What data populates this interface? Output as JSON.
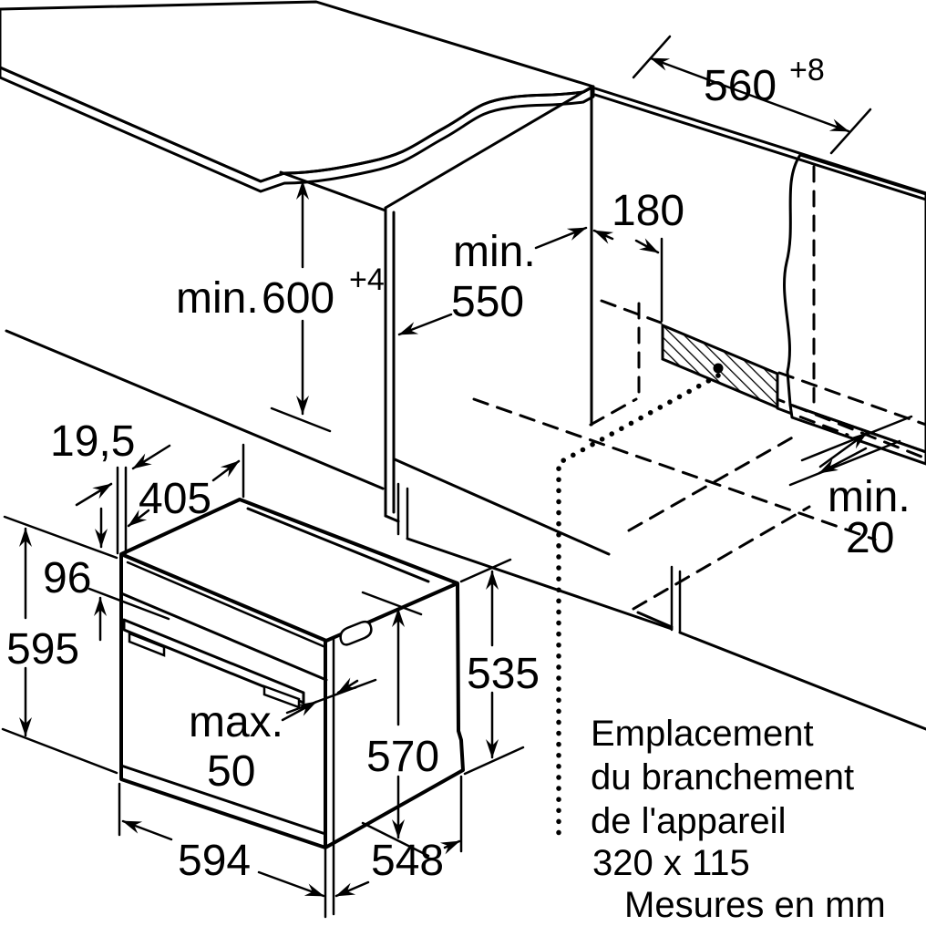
{
  "drawing": {
    "title": "Oven built-in installation diagram",
    "units_note": "Mesures en mm",
    "dims": {
      "niche_height": {
        "prefix": "min.",
        "value": "600",
        "tol": "+4"
      },
      "niche_width": {
        "value": "560",
        "tol": "+8"
      },
      "gap_back": {
        "value": "180"
      },
      "niche_depth": {
        "prefix": "min.",
        "value": "550"
      },
      "rear_clearance": {
        "prefix": "min.",
        "value": "20"
      },
      "door_thickness": {
        "value": "19,5"
      },
      "top_depth": {
        "value": "405"
      },
      "panel_height": {
        "value": "96"
      },
      "oven_height": {
        "value": "595"
      },
      "handle_clearance": {
        "prefix": "max.",
        "value": "50"
      },
      "oven_width": {
        "value": "594"
      },
      "door_height": {
        "value": "570"
      },
      "side_height": {
        "value": "535"
      },
      "oven_depth": {
        "value": "548"
      }
    },
    "notes": {
      "connection_line1": "Emplacement",
      "connection_line2": "du branchement",
      "connection_line3": "de l'appareil",
      "connection_size": "320 x 115"
    },
    "colors": {
      "line": "#000000",
      "surface": "#ececec",
      "edge_band": "#cfcfcf",
      "background": "#ffffff"
    }
  }
}
